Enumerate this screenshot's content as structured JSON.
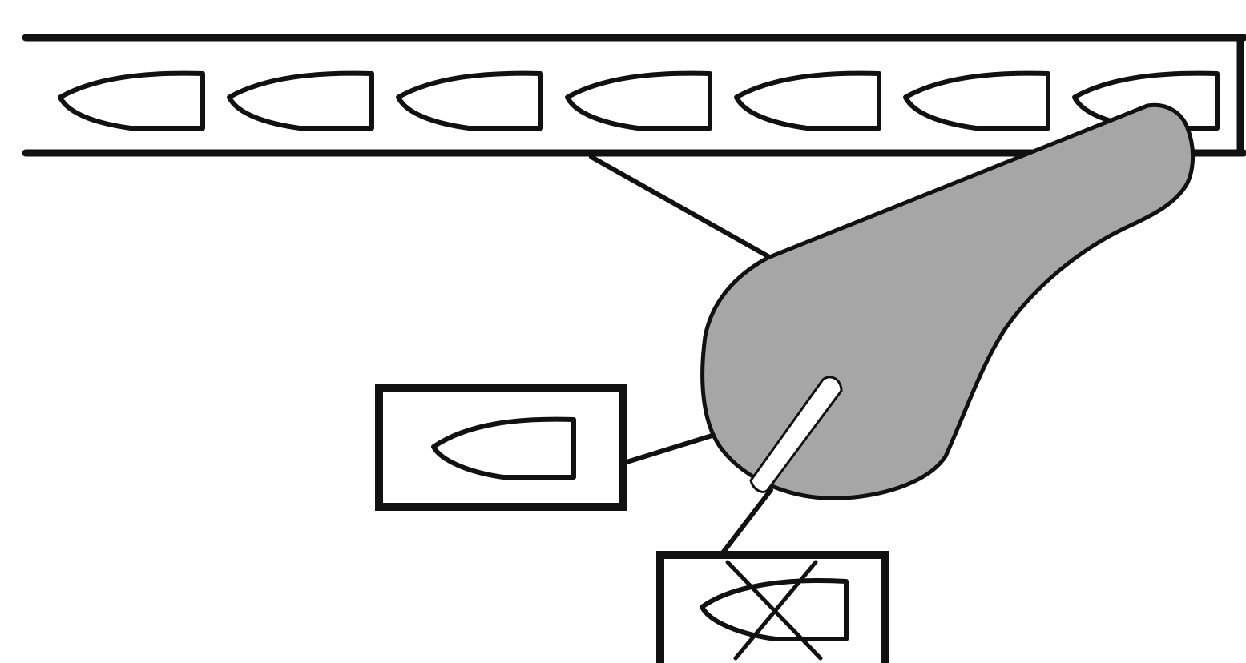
{
  "diagram": {
    "colors": {
      "stroke": "#111111",
      "background": "#ffffff",
      "sorter_fill": "#a6a6a6"
    },
    "conveyor": {
      "part_count": 7,
      "part_shape": "bullet-part-pointing-left"
    },
    "sorter": {
      "shape": "sorting-paddle-with-slot"
    },
    "accept_bin": {
      "contains_part": true,
      "icon": "bullet-part-icon"
    },
    "reject_bin": {
      "contains_part": true,
      "crossed_out": true,
      "icon": "crossed-out-part-icon"
    }
  }
}
